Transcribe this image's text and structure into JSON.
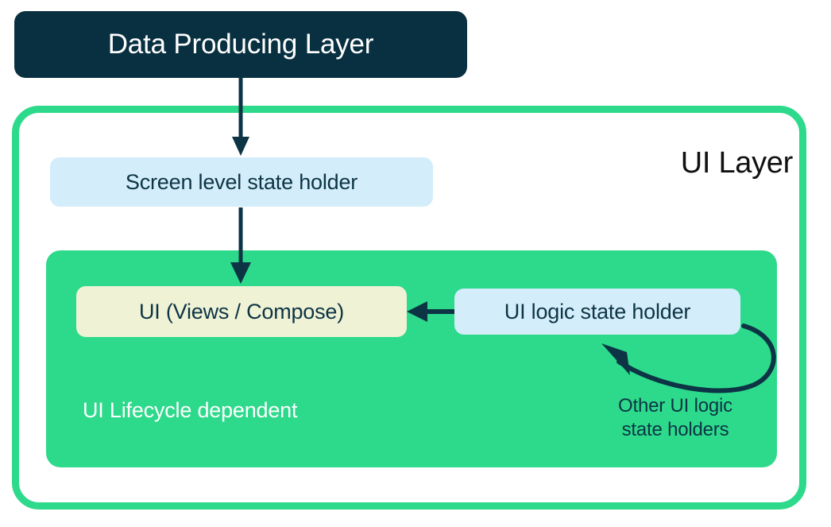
{
  "diagram": {
    "title": "Android UI Layer architecture",
    "colors": {
      "dark_navy": "#083040",
      "green": "#2DD98B",
      "light_blue": "#D4EDFB",
      "cream": "#EFF2D4",
      "arrow": "#0C3445",
      "white": "#FFFFFF"
    },
    "nodes": {
      "data_producing_layer": "Data Producing Layer",
      "ui_layer_title": "UI Layer",
      "screen_level_state_holder": "Screen level state holder",
      "ui_views_compose": "UI (Views / Compose)",
      "ui_logic_state_holder": "UI logic state holder",
      "lifecycle_caption": "UI Lifecycle dependent",
      "other_state_holders_line1": "Other UI logic",
      "other_state_holders_line2": "state holders"
    },
    "edges": [
      {
        "name": "data-layer-to-screen-state-holder",
        "from": "Data Producing Layer",
        "to": "Screen level state holder",
        "style": "straight-down-arrow"
      },
      {
        "name": "screen-state-holder-to-ui",
        "from": "Screen level state holder",
        "to": "UI (Views / Compose)",
        "style": "straight-down-arrow"
      },
      {
        "name": "ui-logic-to-ui",
        "from": "UI logic state holder",
        "to": "UI (Views / Compose)",
        "style": "straight-left-arrow"
      },
      {
        "name": "ui-logic-self-loop",
        "from": "UI logic state holder",
        "to": "UI logic state holder",
        "style": "curved-loop-arrow"
      }
    ]
  }
}
